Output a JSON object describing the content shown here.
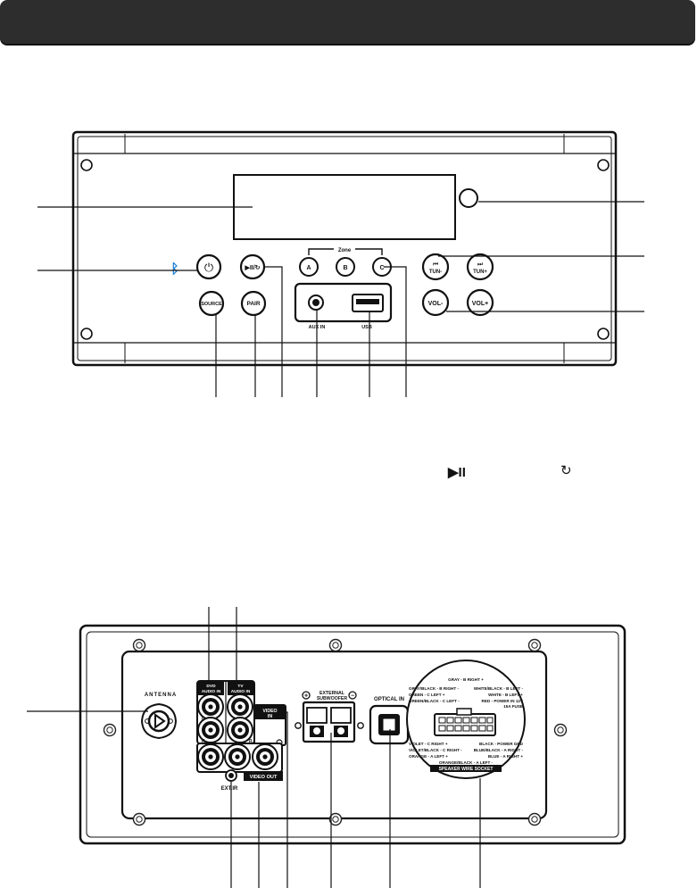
{
  "front_panel": {
    "zone_label": "Zone",
    "zone_buttons": [
      "A",
      "B",
      "C"
    ],
    "buttons": {
      "power_glyph": "⏻",
      "play_pause": "▶II/↻",
      "source": "SOURCE",
      "pair": "PAIR",
      "tun_minus": "TUN-",
      "tun_plus": "TUN+",
      "vol_minus": "VOL-",
      "vol_plus": "VOL+",
      "prev_glyph": "⏮",
      "next_glyph": "⏭"
    },
    "port_labels": {
      "aux": "AUX IN",
      "usb": "USB"
    },
    "bluetooth_glyph": "ᛒ"
  },
  "legend_glyphs": {
    "play_pause": "▶II",
    "refresh": "↻"
  },
  "rear_panel": {
    "antenna": "ANTENNA",
    "dvd_audio_in": [
      "DVD",
      "AUDIO IN"
    ],
    "tv_audio_in": [
      "TV",
      "AUDIO IN"
    ],
    "rca_lr": [
      "L",
      "R"
    ],
    "video_in": [
      "VIDEO",
      "IN"
    ],
    "video_out": "VIDEO OUT",
    "ext_ir": "EXT.IR",
    "subwoofer": [
      "EXTERNAL",
      "SUBWOOFER"
    ],
    "sub_plus": "+",
    "sub_minus": "−",
    "optical_in": "OPTICAL IN",
    "speaker_socket": {
      "top": "GRAY - B RIGHT +",
      "left": [
        "GRAY/BLACK - B RIGHT -",
        "GREEN - C LEFT +",
        "GREEN/BLACK - C LEFT -"
      ],
      "right": [
        "WHITE/BLACK - B LEFT -",
        "WHITE - B LEFT +",
        "RED - POWER IN 12V",
        "15A FUSE"
      ],
      "lower_left": [
        "VIOLET - C RIGHT +",
        "VIOLET/BLACK - C RIGHT -",
        "ORANGE - A LEFT +"
      ],
      "lower_right": [
        "BLACK - POWER GND",
        "BLUE/BLACK - A RIGHT -",
        "BLUE - A RIGHT +"
      ],
      "bottom": "ORANGE/BLACK - A LEFT -",
      "title": "SPEAKER WIRE SOCKET"
    }
  }
}
